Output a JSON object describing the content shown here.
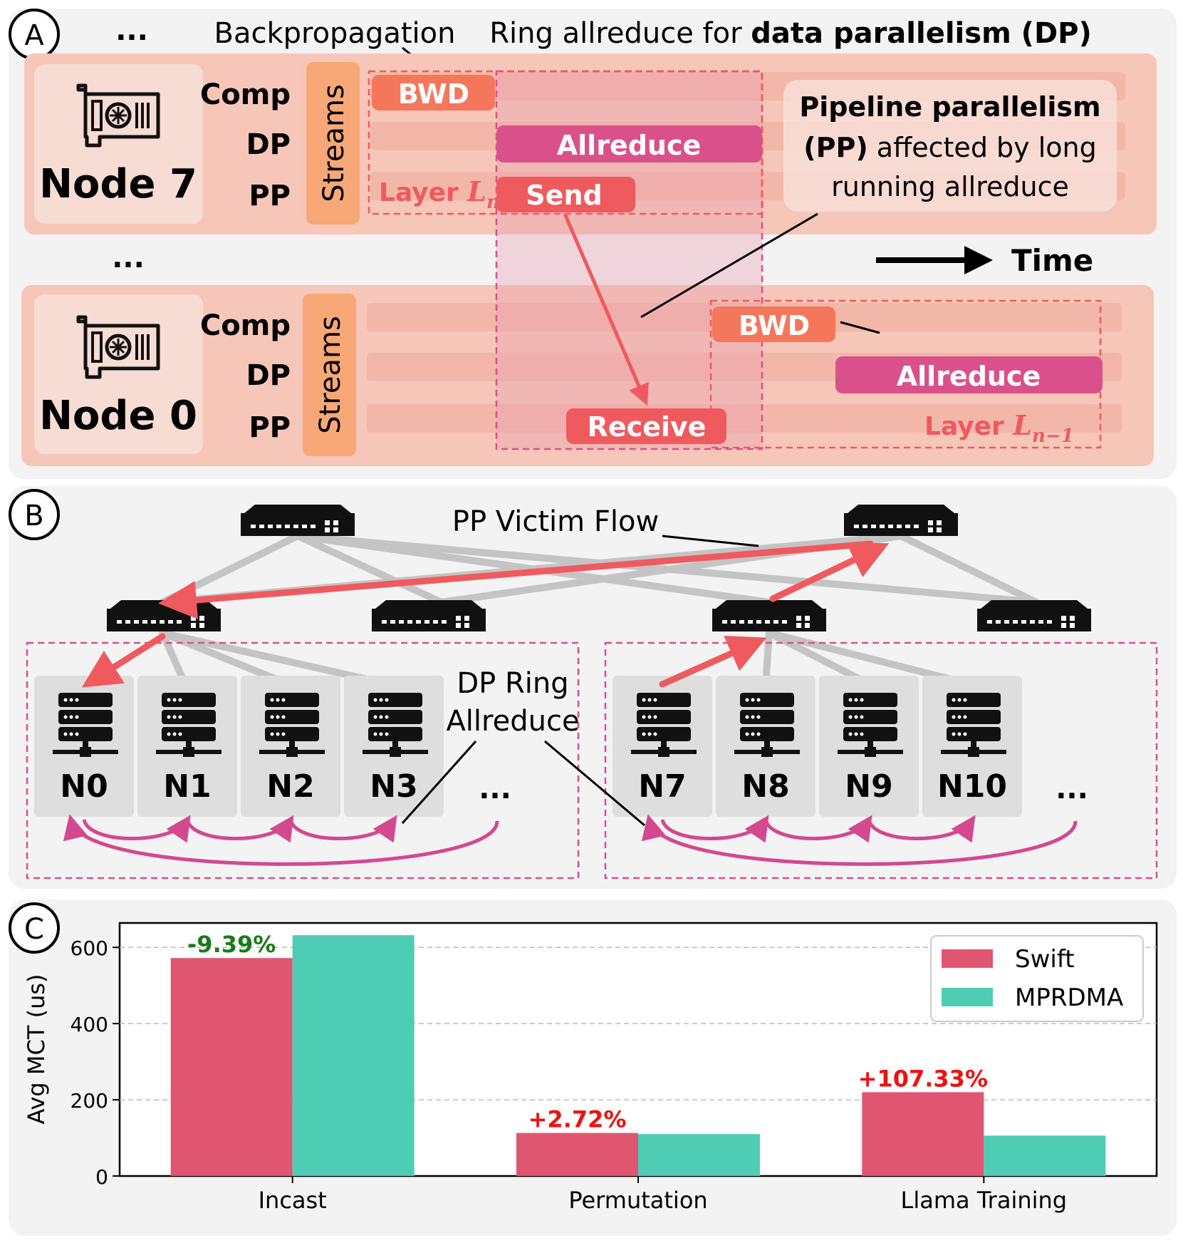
{
  "panel_a": {
    "letter": "A",
    "dots": "...",
    "backprop_label": "Backpropagation",
    "ring_label_prefix": "Ring allreduce for ",
    "ring_label_bold": "data parallelism (DP)",
    "node7": {
      "name": "Node 7",
      "streams": [
        "Comp",
        "DP",
        "PP"
      ],
      "streams_label": "Streams"
    },
    "node0": {
      "name": "Node 0",
      "streams": [
        "Comp",
        "DP",
        "PP"
      ],
      "streams_label": "Streams"
    },
    "blocks": {
      "bwd": "BWD",
      "allreduce": "Allreduce",
      "send": "Send",
      "receive": "Receive"
    },
    "layer_n": {
      "prefix": "Layer ",
      "var": "L",
      "sub": "n"
    },
    "layer_n1": {
      "prefix": "Layer ",
      "var": "L",
      "sub": "n−1"
    },
    "callout": {
      "bold1": "Pipeline parallelism",
      "bold2": "(PP)",
      "rest2": " affected by long",
      "line3": "running allreduce"
    },
    "time_label": "Time"
  },
  "panel_b": {
    "letter": "B",
    "victim_label": "PP Victim Flow",
    "ring_label_line1": "DP Ring",
    "ring_label_line2": "Allreduce",
    "nodes_left": [
      "N0",
      "N1",
      "N2",
      "N3"
    ],
    "nodes_right": [
      "N7",
      "N8",
      "N9",
      "N10"
    ],
    "dots": "..."
  },
  "panel_c": {
    "letter": "C",
    "chart_data": {
      "type": "bar",
      "categories": [
        "Incast",
        "Permutation",
        "Llama Training"
      ],
      "series": [
        {
          "name": "Swift",
          "values": [
            572,
            113,
            220
          ],
          "color": "#e05570"
        },
        {
          "name": "MPRDMA",
          "values": [
            632,
            110,
            106
          ],
          "color": "#4ecdb4"
        }
      ],
      "annotations": [
        "-9.39%",
        "+2.72%",
        "+107.33%"
      ],
      "annotation_colors": [
        "#1a7a1a",
        "#ee1111",
        "#ee1111"
      ],
      "xlabel": "",
      "ylabel": "Avg MCT (us)",
      "yticks": [
        0,
        200,
        400,
        600
      ],
      "ylim": [
        0,
        664
      ],
      "grid": "y-dashed",
      "legend_position": "top-right"
    }
  }
}
